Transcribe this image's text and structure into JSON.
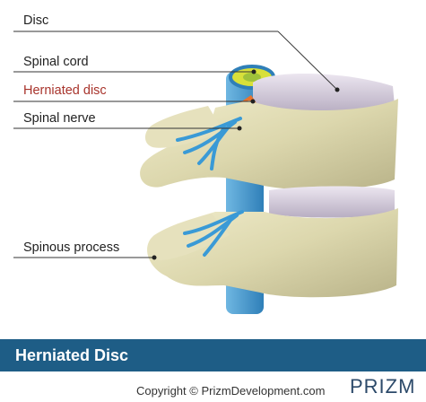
{
  "labels": {
    "disc": "Disc",
    "spinal_cord": "Spinal cord",
    "herniated_disc": "Herniated disc",
    "spinal_nerve": "Spinal nerve",
    "spinous_process": "Spinous process"
  },
  "banner": {
    "title": "Herniated Disc"
  },
  "footer": {
    "copyright": "Copyright © PrizmDevelopment.com",
    "logo": "PRIZM"
  },
  "colors": {
    "banner": "#1e5d86",
    "highlight_label": "#a8342c",
    "bone": "#ddd9b3",
    "disc": "#cfc7d6",
    "nerve": "#3a9ad6",
    "herniation": "#e8732c"
  }
}
